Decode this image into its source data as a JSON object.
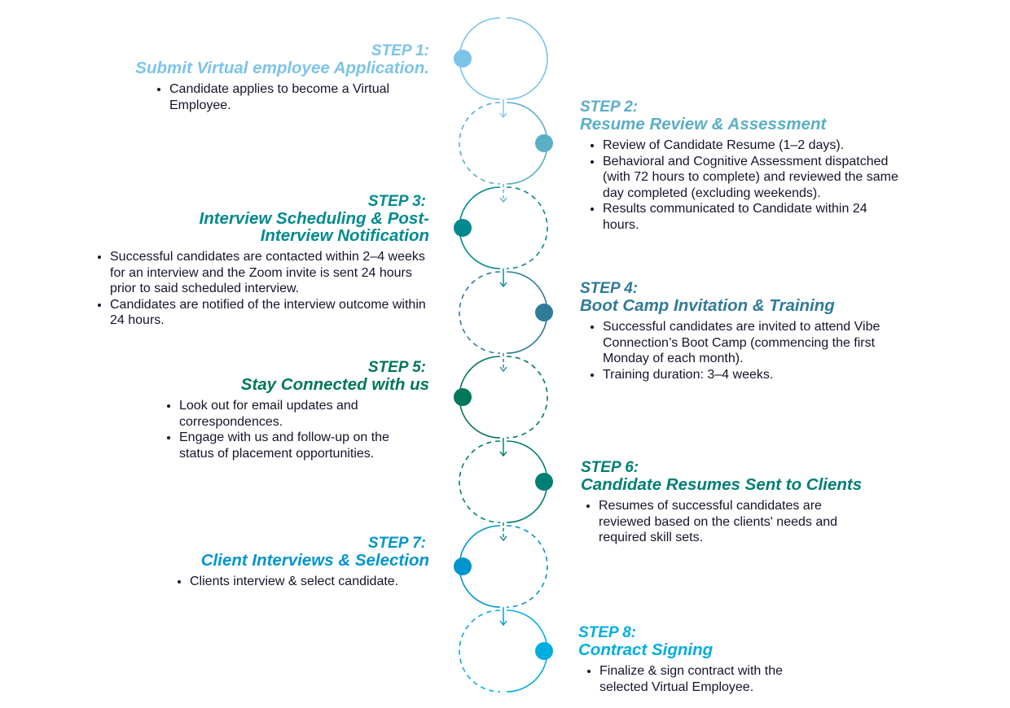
{
  "steps": [
    {
      "label": "STEP 1:",
      "title": "Submit Virtual employee Application.",
      "color": "#7cc3ea",
      "bullets": [
        "Candidate applies to become a Virtual Employee."
      ]
    },
    {
      "label": "STEP 2:",
      "title": "Resume Review & Assessment",
      "color": "#5aafc4",
      "bullets": [
        "Review of Candidate Resume (1–2 days).",
        "Behavioral and Cognitive Assessment dispatched (with 72 hours to complete) and reviewed the same day completed (excluding weekends).",
        "Results communicated to Candidate within 24 hours."
      ]
    },
    {
      "label": "STEP 3:",
      "title": "Interview Scheduling & Post-Interview Notification",
      "color": "#008a8f",
      "bullets": [
        "Successful candidates are contacted within 2–4 weeks for an interview and the Zoom invite is sent 24 hours prior to said scheduled interview.",
        "Candidates are notified of the interview outcome within 24 hours."
      ]
    },
    {
      "label": "STEP 4:",
      "title": "Boot Camp Invitation & Training",
      "color": "#2f7b99",
      "bullets": [
        "Successful candidates are invited to attend Vibe Connection’s Boot Camp (commencing the first Monday of each month).",
        "Training duration: 3–4 weeks."
      ]
    },
    {
      "label": "STEP 5:",
      "title": "Stay Connected with us",
      "color": "#00775a",
      "bullets": [
        "Look out for email updates and correspondences.",
        "Engage with us and follow-up on the status of placement opportunities."
      ]
    },
    {
      "label": "STEP 6:",
      "title": "Candidate Resumes Sent to Clients",
      "color": "#007f74",
      "bullets": [
        "Resumes of successful candidates are reviewed based on the clients' needs and required skill sets."
      ]
    },
    {
      "label": "STEP 7:",
      "title": "Client Interviews & Selection",
      "color": "#0095cf",
      "bullets": [
        "Clients interview & select candidate."
      ]
    },
    {
      "label": "STEP 8:",
      "title": "Contract Signing",
      "color": "#00aee0",
      "bullets": [
        "Finalize & sign contract with the selected Virtual Employee."
      ]
    }
  ]
}
